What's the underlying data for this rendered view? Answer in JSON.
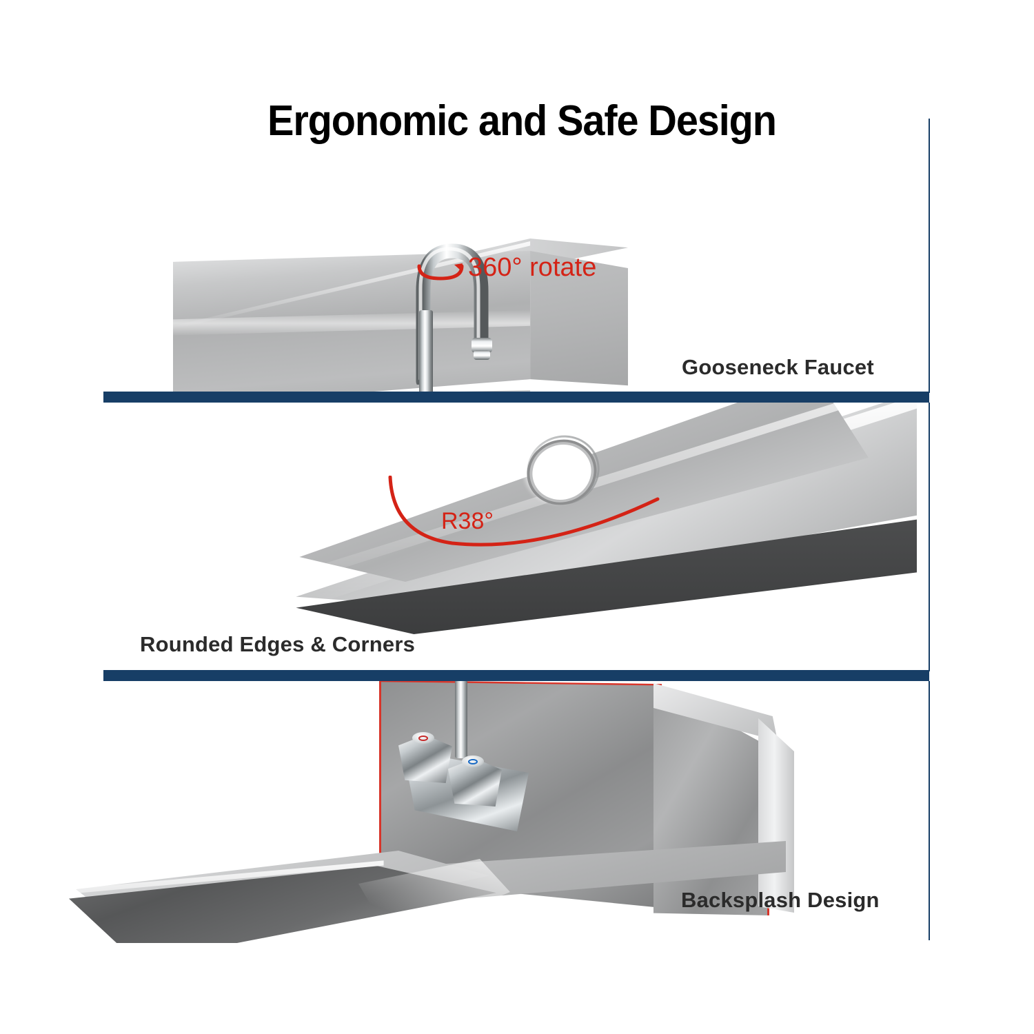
{
  "header": {
    "title": "Ergonomic and Safe Design"
  },
  "theme": {
    "accent_navy": "#173e66",
    "annotation_red": "#d42316",
    "caption_color": "#2b2b2b",
    "background": "#ffffff",
    "stainless_light": "#d3d4d5",
    "stainless_mid": "#a9aaab",
    "stainless_dark": "#4a4b4c",
    "hot_indicator": "#c62828",
    "cold_indicator": "#1769c4"
  },
  "panels": [
    {
      "id": "faucet",
      "caption": "Gooseneck Faucet",
      "annotation": "360° rotate",
      "annotation_icon": "rotate-arrow-icon",
      "subject": "stainless steel backsplash with chrome gooseneck faucet and two cross handles"
    },
    {
      "id": "edges",
      "caption": "Rounded Edges & Corners",
      "annotation": "R38°",
      "annotation_icon": "corner-radius-curve-icon",
      "subject": "sink deck corner with drain hole and rounded corner radius callout"
    },
    {
      "id": "backsplash",
      "caption": "Backsplash Design",
      "annotation": "",
      "annotation_icon": "red-outline-highlight",
      "subject": "angled stainless backsplash panel outlined in red with mounted faucet and basin"
    }
  ],
  "dividers": [
    {
      "name": "divider-1"
    },
    {
      "name": "divider-2"
    }
  ]
}
